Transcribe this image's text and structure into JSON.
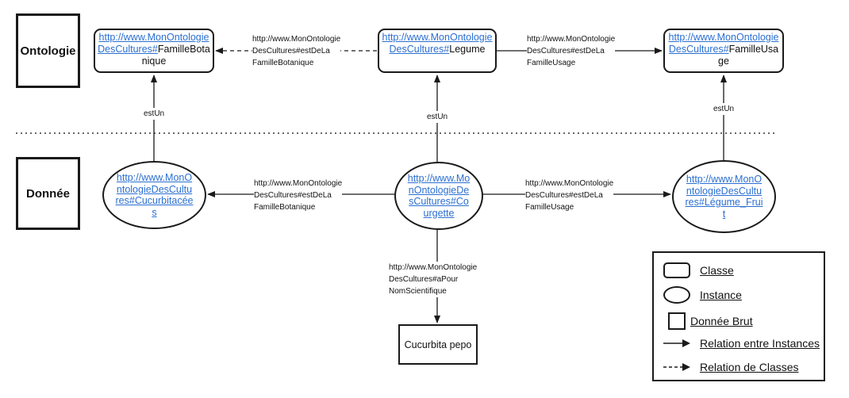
{
  "sections": {
    "ontologie": "Ontologie",
    "donnee": "Donnée"
  },
  "classes": {
    "famille_botanique": {
      "link": "http://www.MonOntologieDesCultures#",
      "rest": "FamilleBotanique"
    },
    "legume": {
      "link": "http://www.MonOntologieDesCultures#",
      "rest": "Legume"
    },
    "famille_usage": {
      "link": "http://www.MonOntologieDesCultures#",
      "rest": "FamilleUsage"
    }
  },
  "instances": {
    "cucurbitacees": "http://www.MonOntologieDesCultures#Cucurbitacées",
    "courgette": "http://www.MonOntologieDesCultures#Courgette",
    "legume_fruit": "http://www.MonOntologieDesCultures#Légume_Fruit"
  },
  "raw_value": "Cucurbita pepo",
  "relations": {
    "class_famille_botanique": "http://www.MonOntologieDesCultures#estDeLaFamilleBotanique",
    "class_famille_usage": "http://www.MonOntologieDesCultures#estDeLaFamilleUsage",
    "est_un": "estUn",
    "inst_famille_botanique": "http://www.MonOntologieDesCultures#estDeLaFamilleBotanique",
    "inst_famille_usage": "http://www.MonOntologieDesCultures#estDeLaFamilleUsage",
    "a_pour_nom": "http://www.MonOntologieDesCultures#aPourNomScientifique"
  },
  "relation_lines": {
    "class_famille_botanique": [
      "http://www.MonOntologie",
      "DesCultures#estDeLa",
      "FamilleBotanique"
    ],
    "class_famille_usage": [
      "http://www.MonOntologie",
      "DesCultures#estDeLa",
      "FamilleUsage"
    ],
    "inst_famille_botanique": [
      "http://www.MonOntologie",
      "DesCultures#estDeLa",
      "FamilleBotanique"
    ],
    "inst_famille_usage": [
      "http://www.MonOntologie",
      "DesCultures#estDeLa",
      "FamilleUsage"
    ],
    "a_pour_nom": [
      "http://www.MonOntologie",
      "DesCultures#aPour",
      "NomScientifique"
    ]
  },
  "legend": {
    "classe": "Classe",
    "instance": "Instance",
    "donnee_brut": "Donnée Brut",
    "relation_instances": "Relation entre Instances",
    "relation_classes": "Relation de Classes"
  }
}
